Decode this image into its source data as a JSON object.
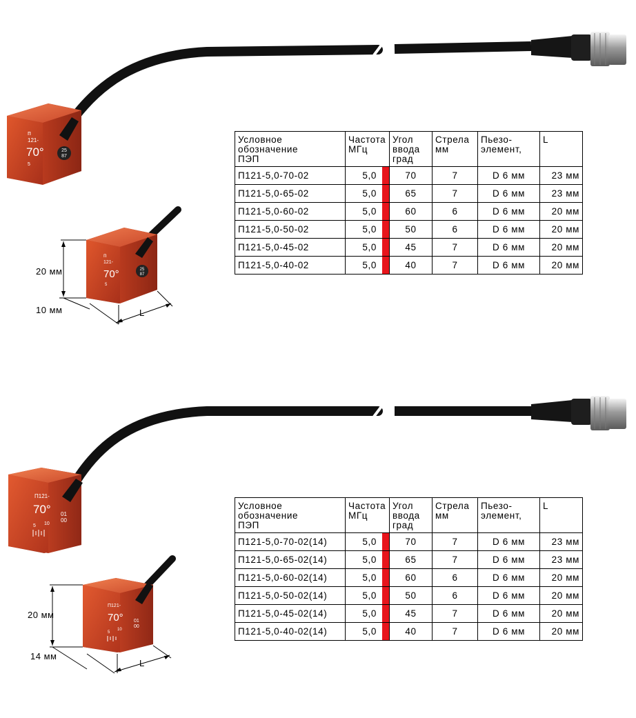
{
  "colors": {
    "accent_red": "#e8151c",
    "probe_red": "#c8401f",
    "cable": "#111111"
  },
  "tables": [
    {
      "headers": [
        "Условное\nобозначение\nПЭП",
        "Частота\nМГц",
        "Угол\nввода\nград",
        "Стрела\nмм",
        "Пьезо-\nэлемент,",
        "L"
      ],
      "rows": [
        [
          "П121-5,0-70-02",
          "5,0",
          "70",
          "7",
          "D 6 мм",
          "23 мм"
        ],
        [
          "П121-5,0-65-02",
          "5,0",
          "65",
          "7",
          "D 6 мм",
          "23 мм"
        ],
        [
          "П121-5,0-60-02",
          "5,0",
          "60",
          "6",
          "D 6 мм",
          "20 мм"
        ],
        [
          "П121-5,0-50-02",
          "5,0",
          "50",
          "6",
          "D 6 мм",
          "20 мм"
        ],
        [
          "П121-5,0-45-02",
          "5,0",
          "45",
          "7",
          "D 6 мм",
          "20 мм"
        ],
        [
          "П121-5,0-40-02",
          "5,0",
          "40",
          "7",
          "D 6 мм",
          "20 мм"
        ]
      ]
    },
    {
      "headers": [
        "Условное\nобозначение\nПЭП",
        "Частота\nМГц",
        "Угол\nввода\nград",
        "Стрела\nмм",
        "Пьезо-\nэлемент,",
        "L"
      ],
      "rows": [
        [
          "П121-5,0-70-02(14)",
          "5,0",
          "70",
          "7",
          "D 6 мм",
          "23 мм"
        ],
        [
          "П121-5,0-65-02(14)",
          "5,0",
          "65",
          "7",
          "D 6 мм",
          "23 мм"
        ],
        [
          "П121-5,0-60-02(14)",
          "5,0",
          "60",
          "6",
          "D 6 мм",
          "20 мм"
        ],
        [
          "П121-5,0-50-02(14)",
          "5,0",
          "50",
          "6",
          "D 6 мм",
          "20 мм"
        ],
        [
          "П121-5,0-45-02(14)",
          "5,0",
          "45",
          "7",
          "D 6 мм",
          "20 мм"
        ],
        [
          "П121-5,0-40-02(14)",
          "5,0",
          "40",
          "7",
          "D 6 мм",
          "20 мм"
        ]
      ]
    }
  ],
  "probes": [
    {
      "marking_top": "п",
      "marking_model": "121-",
      "marking_angle": "70°",
      "marking_small": "5",
      "badge_top": "25",
      "badge_bottom": "87",
      "dim_height": "20 мм",
      "dim_width": "10 мм",
      "dim_length": "L"
    },
    {
      "marking_model": "П121-",
      "marking_angle": "70°",
      "scale_5": "5",
      "scale_10": "10",
      "badge_top": "01",
      "badge_bottom": "00",
      "dim_height": "20 мм",
      "dim_width": "14 мм",
      "dim_length": "L"
    }
  ]
}
